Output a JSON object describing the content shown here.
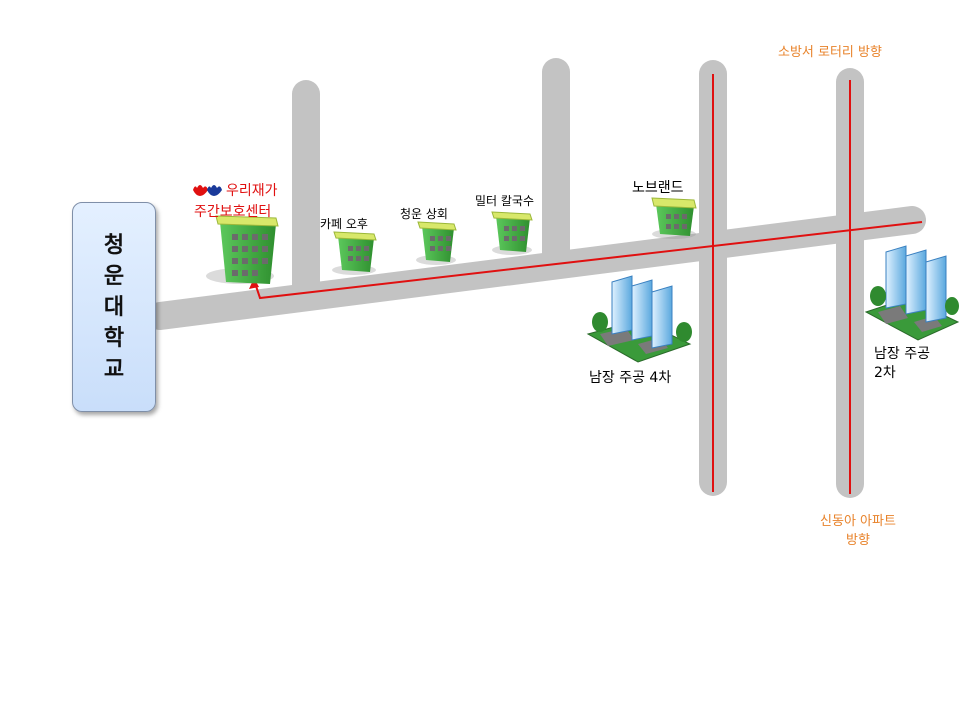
{
  "university": {
    "name": "청운대학교"
  },
  "center": {
    "line1": "우리재가",
    "line2": "주간보호센터"
  },
  "landmarks": {
    "cafe": "카페 오후",
    "store": "청운 상회",
    "noodle": "밀터 칼국수",
    "norebang": "노브랜드"
  },
  "apartments": {
    "apt4": "남장 주공 4차",
    "apt2_line1": "남장 주공",
    "apt2_line2": "2차"
  },
  "directions": {
    "top": "소방서 로터리 방향",
    "bottom_line1": "신동아 아파트",
    "bottom_line2": "방향"
  },
  "colors": {
    "road": "#c3c3c3",
    "route": "#e01010",
    "direction_text": "#e8832b",
    "building": "#3fa83f",
    "building_top": "#d8e86a"
  }
}
